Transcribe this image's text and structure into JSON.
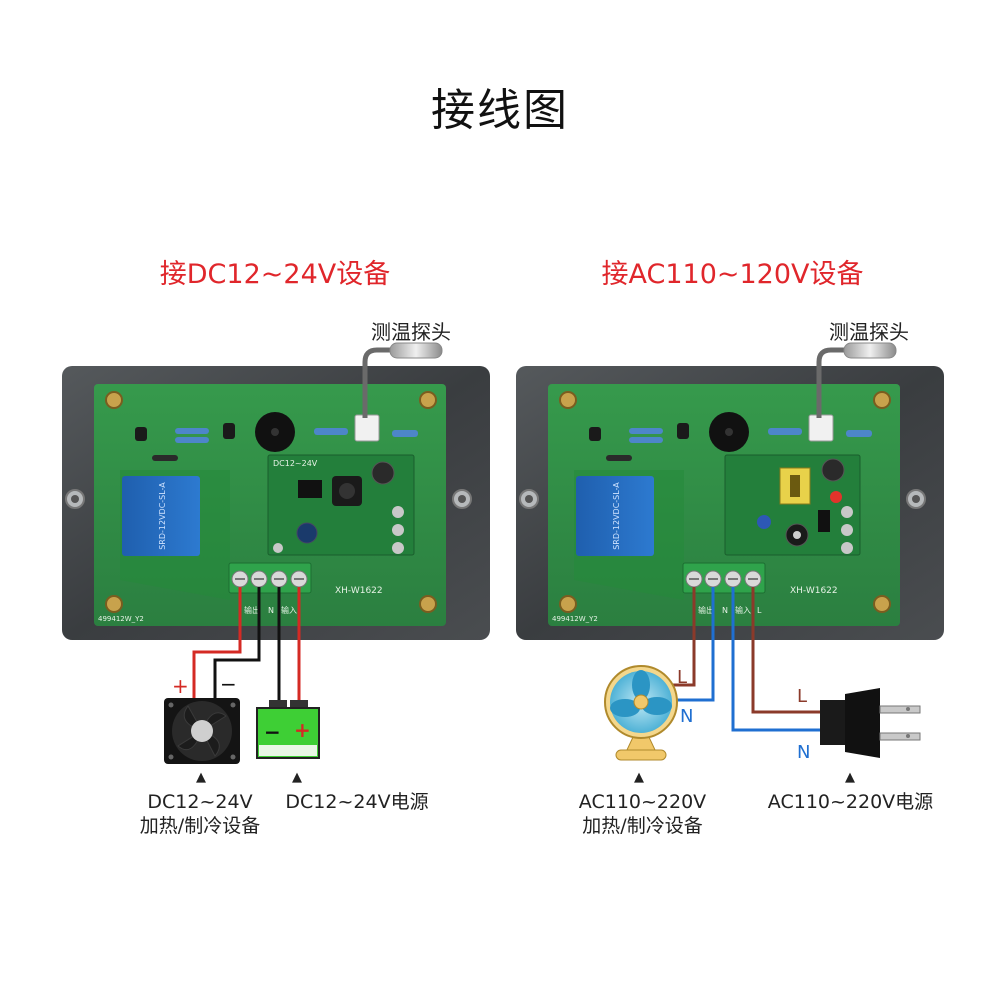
{
  "title": "接线图",
  "left": {
    "heading": "接DC12~24V设备",
    "probe_label": "测温探头",
    "module_label": "DC12~24V",
    "model": "XH-W1622",
    "board_code": "499412W_Y2",
    "terminal_labels": [
      "输出",
      "N",
      "输入"
    ],
    "plus_sign": "+",
    "minus_sign": "−",
    "battery_minus": "−",
    "battery_plus": "+",
    "device_caption_line1": "DC12~24V",
    "device_caption_line2": "加热/制冷设备",
    "power_caption": "DC12~24V电源",
    "colors": {
      "positive": "#d42a24",
      "negative": "#111111",
      "battery": "#3ecf35"
    }
  },
  "right": {
    "heading": "接AC110~120V设备",
    "probe_label": "测温探头",
    "model": "XH-W1622",
    "board_code": "499412W_Y2",
    "terminal_labels": [
      "输出",
      "N",
      "输入",
      "L"
    ],
    "fan_wire_L": "L",
    "fan_wire_N": "N",
    "plug_wire_L": "L",
    "plug_wire_N": "N",
    "device_caption_line1": "AC110~220V",
    "device_caption_line2": "加热/制冷设备",
    "power_caption": "AC110~220V电源",
    "colors": {
      "live": "#8b3a2a",
      "neutral": "#1f6fd1",
      "fan": "#f1c86a"
    }
  },
  "colors": {
    "heading": "#e0262b",
    "pcb": "#2f8a45",
    "backplate": "#3d4042"
  },
  "icons": [
    "thermometer-probe-icon",
    "fan-icon",
    "battery-icon",
    "desk-fan-icon",
    "power-plug-icon",
    "up-triangle-icon"
  ]
}
